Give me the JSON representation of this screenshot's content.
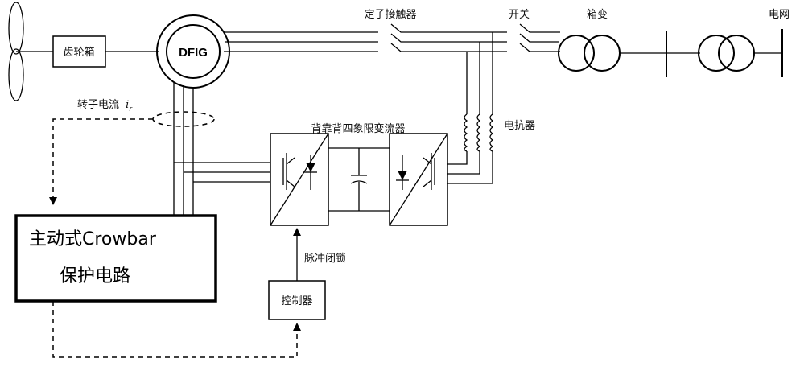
{
  "labels": {
    "gearbox": "齿轮箱",
    "generator": "DFIG",
    "stator_contactor": "定子接触器",
    "switch": "开关",
    "box_transformer": "箱变",
    "grid": "电网",
    "rotor_current": "转子电流",
    "rotor_current_symbol": "i",
    "rotor_current_subscript": "r",
    "converter": "背靠背四象限变流器",
    "reactor": "电抗器",
    "crowbar_line1": "主动式Crowbar",
    "crowbar_line2": "保护电路",
    "pulse_block": "脉冲闭锁",
    "controller": "控制器"
  }
}
